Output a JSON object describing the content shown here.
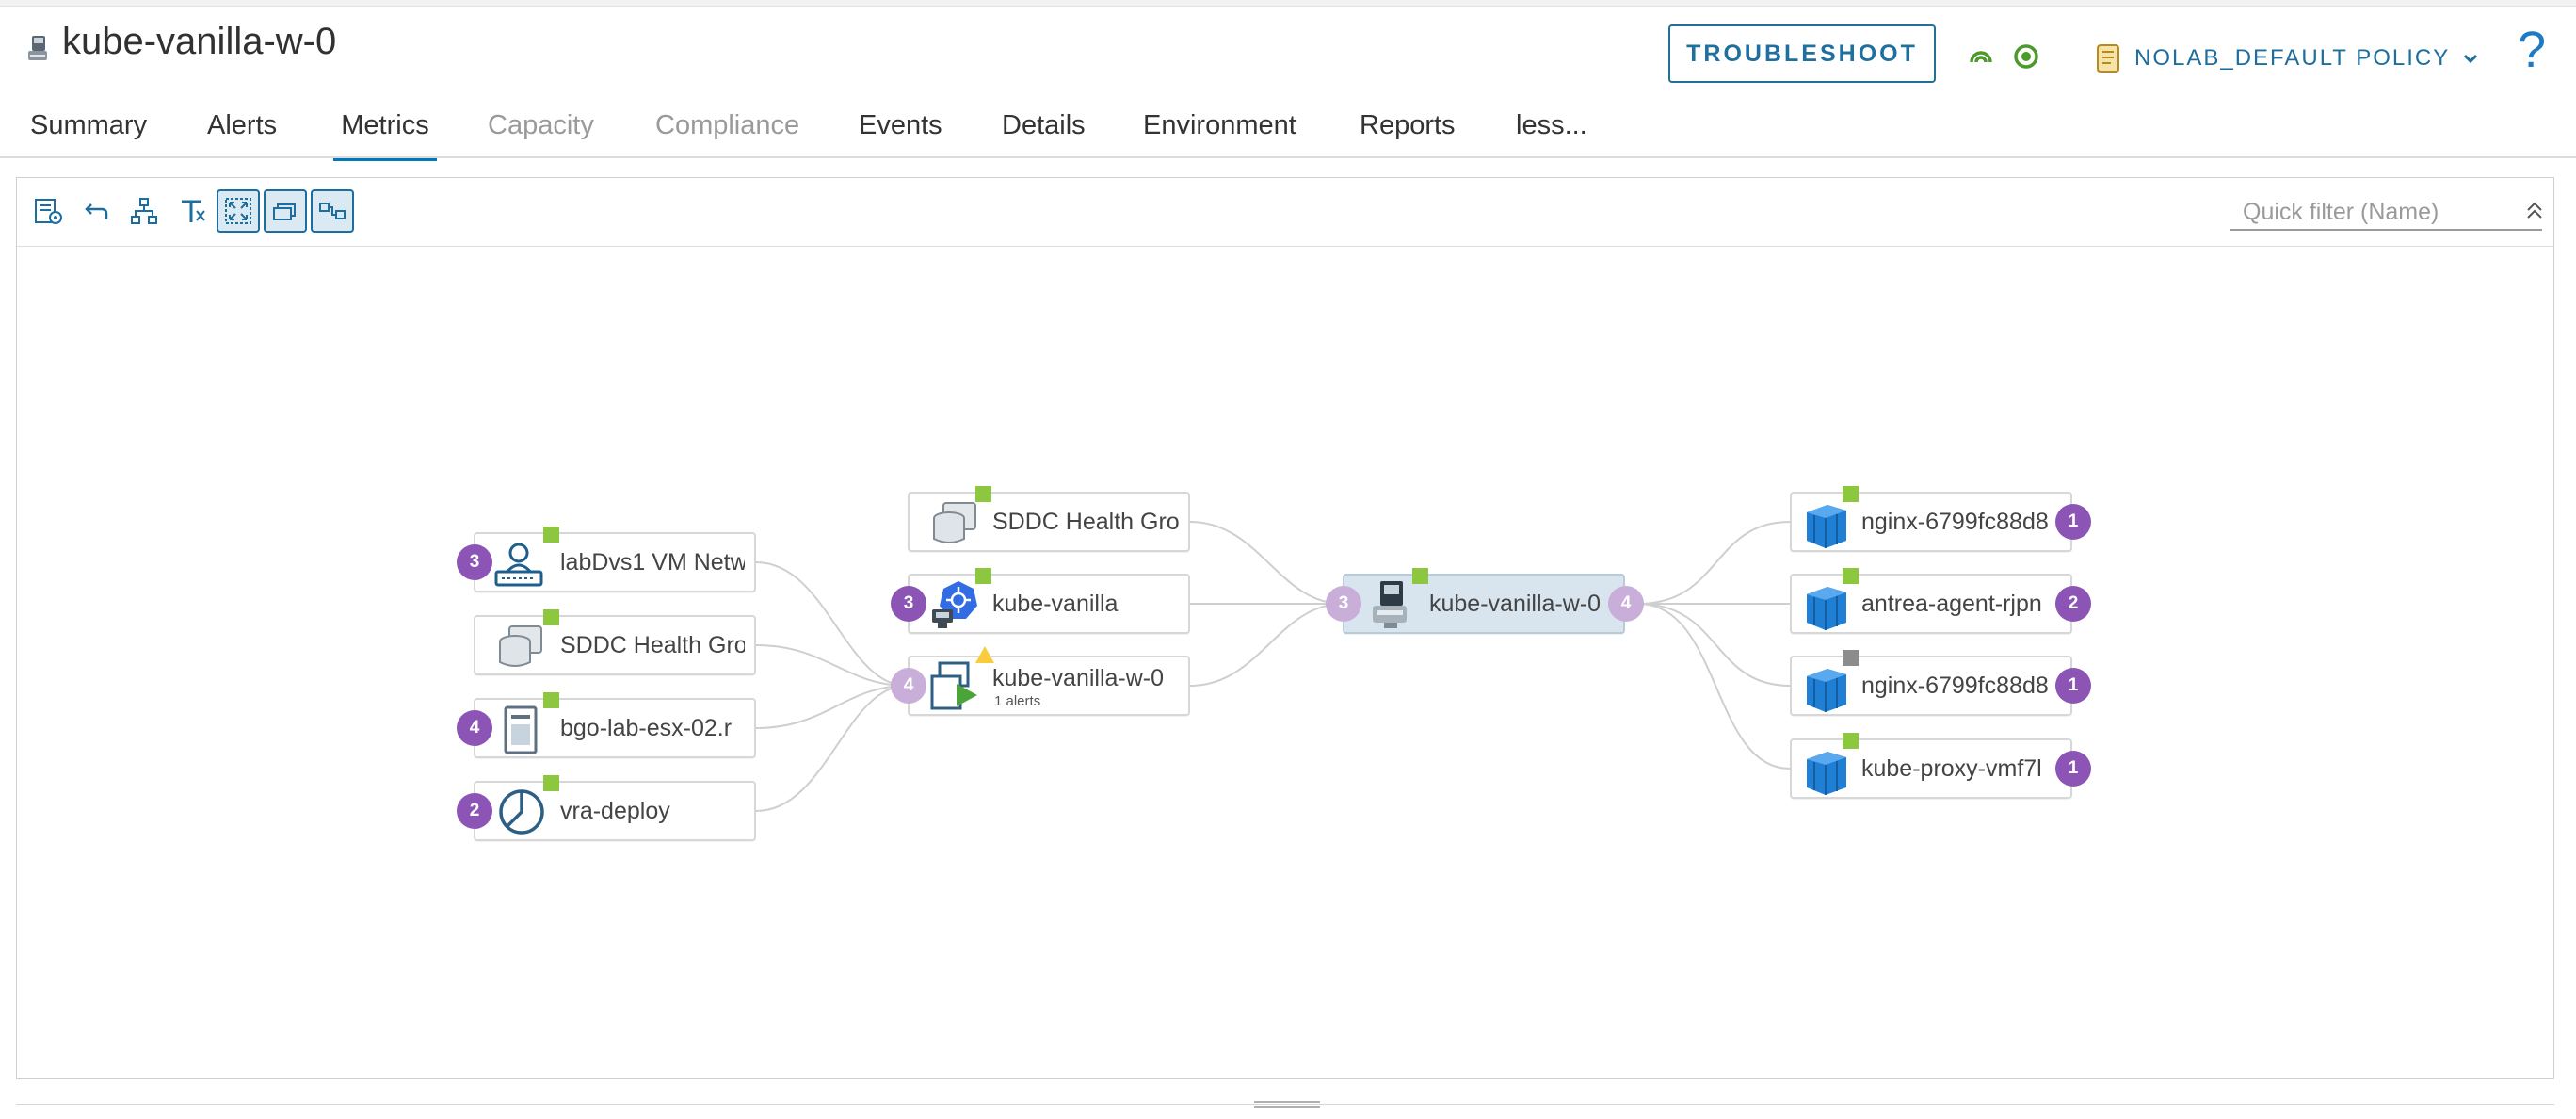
{
  "header": {
    "title": "kube-vanilla-w-0",
    "troubleshoot_label": "TROUBLESHOOT",
    "policy_label": "NOLAB_DEFAULT POLICY",
    "help_label": "?"
  },
  "tabs": [
    {
      "label": "Summary",
      "state": "normal"
    },
    {
      "label": "Alerts",
      "state": "normal"
    },
    {
      "label": "Metrics",
      "state": "active"
    },
    {
      "label": "Capacity",
      "state": "disabled"
    },
    {
      "label": "Compliance",
      "state": "disabled"
    },
    {
      "label": "Events",
      "state": "normal"
    },
    {
      "label": "Details",
      "state": "normal"
    },
    {
      "label": "Environment",
      "state": "normal"
    },
    {
      "label": "Reports",
      "state": "normal"
    },
    {
      "label": "less...",
      "state": "normal"
    }
  ],
  "toolbar": {
    "buttons": [
      "display-settings-icon",
      "undo-icon",
      "hierarchy-icon",
      "text-filter-icon",
      "fit-to-view-icon",
      "stack-view-icon",
      "relationship-view-icon"
    ],
    "toggled": [
      "fit-to-view-icon",
      "stack-view-icon",
      "relationship-view-icon"
    ],
    "quick_filter_placeholder": "Quick filter (Name)"
  },
  "colors": {
    "accent": "#0079b8",
    "health_good": "#8dc63f",
    "health_unknown": "#8c8c8c",
    "badge": "#8c55b5",
    "alert_warning": "#f8cc3a",
    "container_blue": "#1f7fd4"
  },
  "graph": {
    "left_nodes": [
      {
        "label": "labDvs1 VM Netw",
        "icon": "distributed-switch-icon",
        "health": "good",
        "badge": "3"
      },
      {
        "label": "SDDC Health Gro",
        "icon": "database-group-icon",
        "health": "good",
        "badge": ""
      },
      {
        "label": "bgo-lab-esx-02.r",
        "icon": "host-server-icon",
        "health": "good",
        "badge": "4"
      },
      {
        "label": "vra-deploy",
        "icon": "resource-pool-icon",
        "health": "good",
        "badge": "2"
      }
    ],
    "middle_nodes": [
      {
        "label": "SDDC Health Gro",
        "icon": "database-group-icon",
        "health": "good",
        "badge": ""
      },
      {
        "label": "kube-vanilla",
        "icon": "kubernetes-cluster-icon",
        "health": "good",
        "badge": "3"
      },
      {
        "label": "kube-vanilla-w-0",
        "sublabel": "1 alerts",
        "icon": "virtual-machine-icon",
        "health": "warning",
        "badge": "4"
      }
    ],
    "center_node": {
      "label": "kube-vanilla-w-0",
      "icon": "kubernetes-node-icon",
      "health": "good",
      "badge_in": "3",
      "badge_out": "4"
    },
    "right_nodes": [
      {
        "label": "nginx-6799fc88d8",
        "icon": "container-icon",
        "health": "good",
        "badge": "1"
      },
      {
        "label": "antrea-agent-rjpn",
        "icon": "container-icon",
        "health": "good",
        "badge": "2"
      },
      {
        "label": "nginx-6799fc88d8",
        "icon": "container-icon",
        "health": "unknown",
        "badge": "1"
      },
      {
        "label": "kube-proxy-vmf7l",
        "icon": "container-icon",
        "health": "good",
        "badge": "1"
      }
    ]
  }
}
